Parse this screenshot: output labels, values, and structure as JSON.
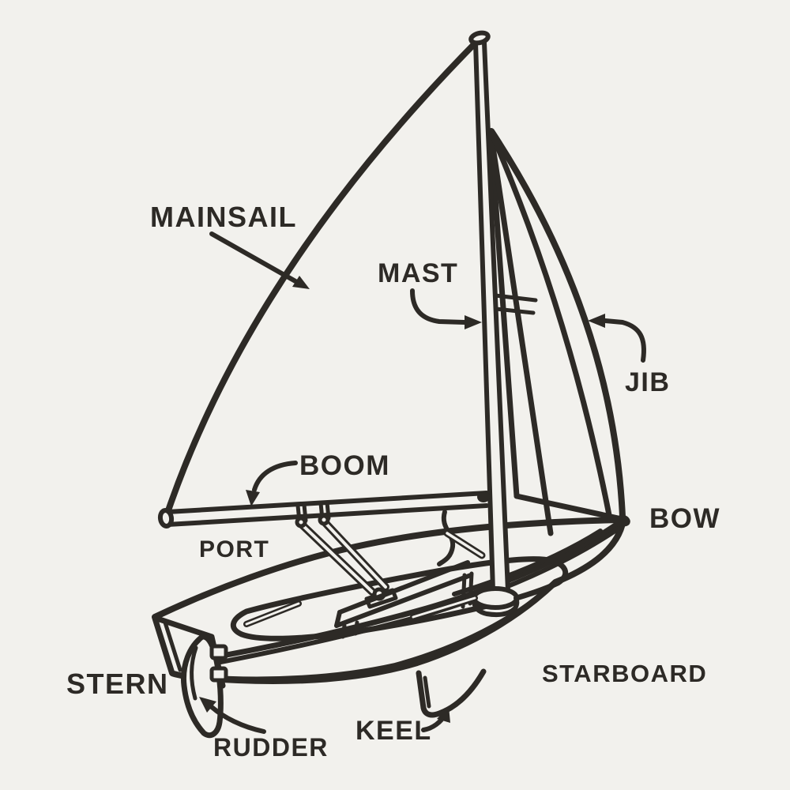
{
  "meta": {
    "title": "Sailboat parts diagram",
    "style": "hand-drawn black line art on off-white paper",
    "background_color": "#f2f1ed",
    "ink_color": "#2d2a26"
  },
  "labels": {
    "mainsail": {
      "text": "MAINSAIL",
      "points_to": "mainsail leech edge"
    },
    "mast": {
      "text": "MAST",
      "points_to": "mast spar"
    },
    "jib": {
      "text": "JIB",
      "points_to": "jib sail"
    },
    "boom": {
      "text": "BOOM",
      "points_to": "boom spar"
    },
    "bow": {
      "text": "BOW",
      "points_to": "front of hull"
    },
    "port": {
      "text": "PORT",
      "points_to": "left side of hull"
    },
    "starboard": {
      "text": "STARBOARD",
      "points_to": "right side of hull"
    },
    "stern": {
      "text": "STERN",
      "points_to": "rear of hull"
    },
    "rudder": {
      "text": "RUDDER",
      "points_to": "rudder blade"
    },
    "keel": {
      "text": "KEEL",
      "points_to": "keel fin"
    }
  }
}
